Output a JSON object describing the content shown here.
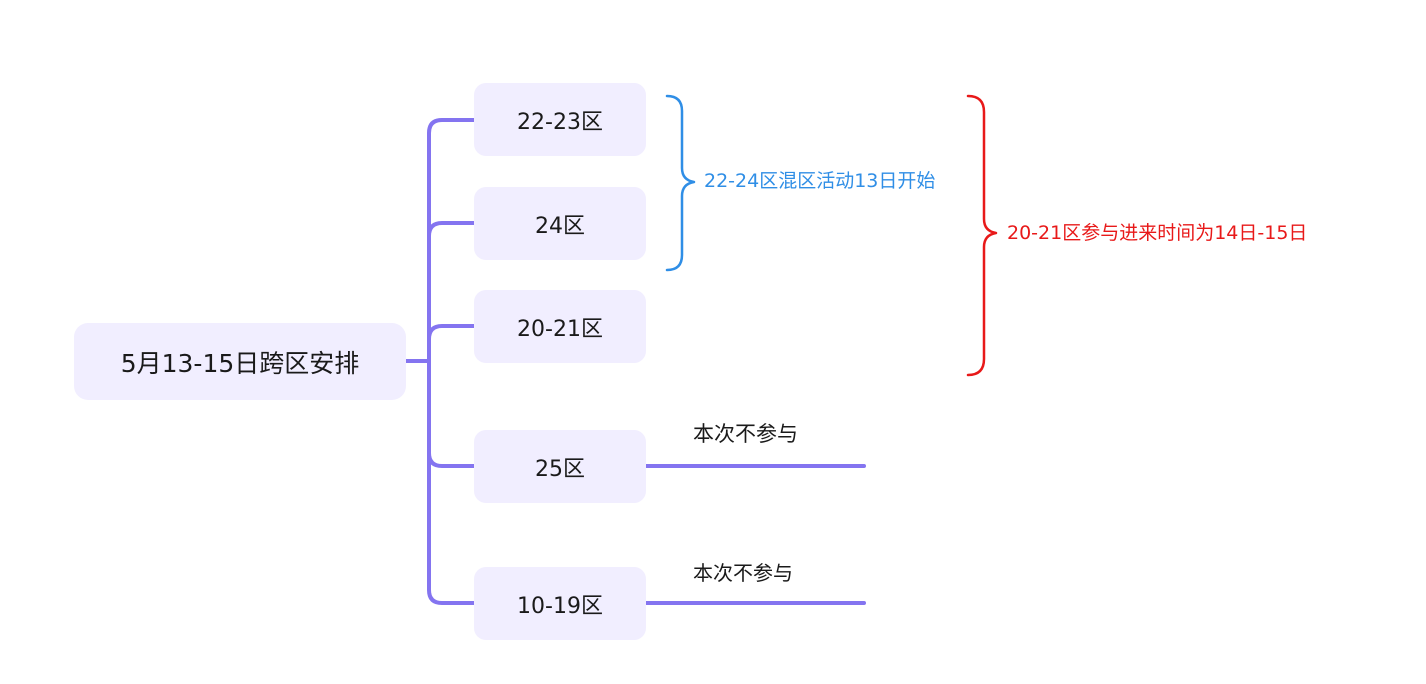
{
  "root": {
    "label": "5月13-15日跨区安排"
  },
  "children": [
    {
      "label": "22-23区"
    },
    {
      "label": "24区"
    },
    {
      "label": "20-21区"
    },
    {
      "label": "25区",
      "note": "本次不参与"
    },
    {
      "label": "10-19区",
      "note": "本次不参与"
    }
  ],
  "braces": [
    {
      "label": "22-24区混区活动13日开始",
      "color": "#2f8ee6"
    },
    {
      "label": "20-21区参与进来时间为14日-15日",
      "color": "#e81919"
    }
  ],
  "colors": {
    "connector": "#8474f0",
    "node_bg": "#f1eeff"
  }
}
